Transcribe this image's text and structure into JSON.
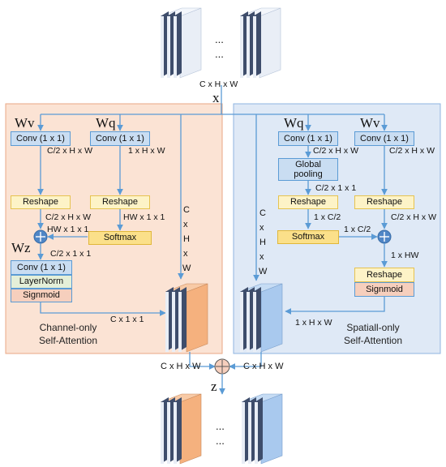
{
  "top_shape": "C x H x W",
  "input_var": "x",
  "output_var": "z",
  "dots": "...",
  "channel": {
    "title_line1": "Channel-only",
    "title_line2": "Self-Attention",
    "wv": "Wv",
    "wq": "Wq",
    "wz": "Wz",
    "conv_v": "Conv (1 x 1)",
    "conv_q": "Conv (1 x 1)",
    "conv_v_shape": "C/2 x H x W",
    "conv_q_shape": "1 x H x W",
    "reshape_v": "Reshape",
    "reshape_q": "Reshape",
    "reshape_v_shape": "C/2 x H x W",
    "reshape_q_shape": "HW x 1 x 1",
    "mul_shape": "HW x 1 x 1",
    "softmax": "Softmax",
    "pre_conv_shape": "C/2 x 1 x 1",
    "conv_z": "Conv (1 x 1)",
    "layernorm": "LayerNorm",
    "sigmoid": "Signmoid",
    "out_shape": "C x 1 x 1",
    "vertical_shape": [
      "C",
      "x",
      "H",
      "x",
      "W"
    ]
  },
  "spatial": {
    "title_line1": "Spatiall-only",
    "title_line2": "Self-Attention",
    "wq": "Wq",
    "wv": "Wv",
    "conv_q": "Conv (1 x 1)",
    "conv_v": "Conv (1 x 1)",
    "conv_q_shape": "C/2 x H x W",
    "conv_v_shape": "C/2 x H x W",
    "global_pooling": "Global pooling",
    "pool_shape": "C/2 x 1 x 1",
    "reshape_q": "Reshape",
    "reshape_v": "Reshape",
    "reshape_q_shape": "1 x C/2",
    "reshape_v_shape": "C/2 x H x W",
    "softmax": "Softmax",
    "softmax_shape": "1 x C/2",
    "mul_shape": "1 x HW",
    "reshape_out": "Reshape",
    "sigmoid": "Signmoid",
    "out_shape": "1 x H x W",
    "vertical_shape": [
      "C",
      "x",
      "H",
      "x",
      "W"
    ]
  },
  "merge_left": "C x H x W",
  "merge_right": "C x H x W",
  "colors": {
    "line": "#5b9bd5",
    "left_panel_bg": "#fbe3d4",
    "left_panel_border": "#e8a785",
    "right_panel_bg": "#dfe9f6",
    "right_panel_border": "#8fb4e0",
    "cube_orange": "#f5b17e",
    "cube_blue": "#a9c9ee",
    "cube_white": "#e9eef6"
  }
}
